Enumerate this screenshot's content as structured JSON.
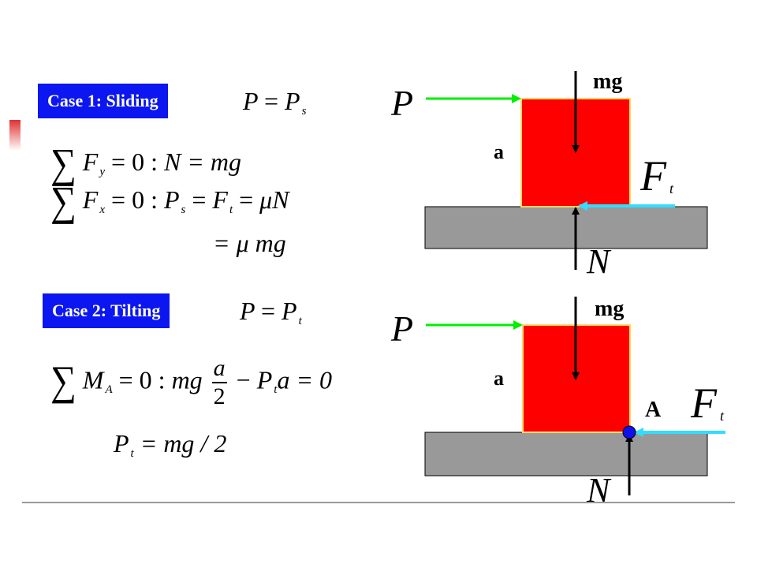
{
  "case1": {
    "badge": "Case 1: Sliding",
    "eq_p": {
      "lhs": "P",
      "op": "=",
      "rhs": "P",
      "rhs_sub": "s"
    },
    "eq_fy": {
      "sigma": "∑",
      "var": "F",
      "sub": "y",
      "cond": "= 0 :",
      "rel": "N = mg"
    },
    "eq_fx": {
      "sigma": "∑",
      "var": "F",
      "sub": "x",
      "cond": "= 0 :",
      "p": "P",
      "p_sub": "s",
      "eq1": "=",
      "f": "F",
      "f_sub": "t",
      "eq2": "=",
      "mu_n": "μN"
    },
    "eq_mumg": "= μ  mg",
    "diagram": {
      "label_P": "P",
      "label_mg": "mg",
      "label_a": "a",
      "label_F": "F",
      "label_F_sub": "t",
      "label_N": "N"
    }
  },
  "case2": {
    "badge": "Case 2: Tilting",
    "eq_p": {
      "lhs": "P",
      "op": "=",
      "rhs": "P",
      "rhs_sub": "t"
    },
    "eq_m": {
      "sigma": "∑",
      "var": "M",
      "sub": "A",
      "cond": "= 0 :",
      "mg": "mg",
      "num": "a",
      "den": "2",
      "minus": "−",
      "p": "P",
      "p_sub": "t",
      "tail": "a = 0"
    },
    "eq_pt": {
      "p": "P",
      "p_sub": "t",
      "rest": "= mg / 2"
    },
    "diagram": {
      "label_P": "P",
      "label_mg": "mg",
      "label_a": "a",
      "label_A": "A",
      "label_F": "F",
      "label_F_sub": "t",
      "label_N": "N"
    }
  },
  "colors": {
    "badge": "#0b16f0",
    "block": "#ff0000",
    "ground": "#999999",
    "push_arrow": "#00ee00",
    "friction_arrow": "#33ddff",
    "pivot": "#1010ee"
  }
}
